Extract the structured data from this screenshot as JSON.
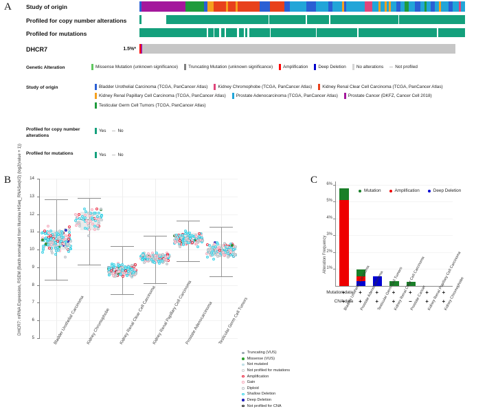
{
  "panelA": {
    "letter": "A",
    "rows": [
      {
        "label": "Study of origin",
        "type": "study"
      },
      {
        "label": "Profiled for copy number alterations",
        "type": "cna"
      },
      {
        "label": "Profiled for mutations",
        "type": "mut"
      },
      {
        "label": "DHCR7",
        "type": "gene",
        "pct": "1.5%*"
      }
    ],
    "legends": [
      {
        "label": "Genetic Alteration",
        "items": [
          {
            "text": "Missense Mutation (unknown significance)",
            "color": "#5ec75e",
            "shape": "bar"
          },
          {
            "text": "Truncating Mutation (unknown significance)",
            "color": "#808080",
            "shape": "bar"
          },
          {
            "text": "Amplification",
            "color": "#ff0000",
            "shape": "bar"
          },
          {
            "text": "Deep Deletion",
            "color": "#0000cc",
            "shape": "bar"
          },
          {
            "text": "No alterations",
            "color": "#d4d4d4",
            "shape": "bar"
          },
          {
            "text": "Not profiled",
            "color": "#bdbdbd",
            "shape": "dash"
          }
        ]
      },
      {
        "label": "Study of origin",
        "items": [
          {
            "text": "Bladder Urothelial Carcinoma (TCGA, PanCancer Atlas)",
            "color": "#2a5fd4",
            "shape": "bar"
          },
          {
            "text": "Kidney Chromophobe (TCGA, PanCancer Atlas)",
            "color": "#e0457b",
            "shape": "bar"
          },
          {
            "text": "Kidney Renal Clear Cell Carcinoma (TCGA, PanCancer Atlas)",
            "color": "#e8411c",
            "shape": "bar"
          },
          {
            "text": "Kidney Renal Papillary Cell Carcinoma (TCGA, PanCancer Atlas)",
            "color": "#f5a01e",
            "shape": "bar"
          },
          {
            "text": "Prostate Adenocarcinoma (TCGA, PanCancer Atlas)",
            "color": "#21a5d8",
            "shape": "bar"
          },
          {
            "text": "Prostate Cancer (DKFZ, Cancer Cell 2018)",
            "color": "#a4179c",
            "shape": "bar"
          },
          {
            "text": "Testicular Germ Cell Tumors (TCGA, PanCancer Atlas)",
            "color": "#1f9b3c",
            "shape": "bar"
          }
        ]
      },
      {
        "label": "Profiled for copy number alterations",
        "items": [
          {
            "text": "Yes",
            "color": "#14a07c",
            "shape": "bar"
          },
          {
            "text": "No",
            "color": "#bdbdbd",
            "shape": "dash"
          }
        ]
      },
      {
        "label": "Profiled for mutations",
        "items": [
          {
            "text": "Yes",
            "color": "#14a07c",
            "shape": "bar"
          },
          {
            "text": "No",
            "color": "#bdbdbd",
            "shape": "dash"
          }
        ]
      }
    ]
  },
  "panelB": {
    "letter": "B",
    "chart_data": {
      "type": "scatter",
      "title": "",
      "ylabel": "DHCR7: mRNA Expression, RSEM (Batch normalized from Illumina HiSeq_RNASeqV2) (log2(value + 1))",
      "xlabel": "",
      "ylim": [
        5,
        14
      ],
      "yticks": [
        5,
        6,
        7,
        8,
        9,
        10,
        11,
        12,
        13,
        14
      ],
      "categories": [
        "Bladder Urothelial Carcinoma",
        "Kidney Chromophobe",
        "Kidney Renal Clear Cell Carcinoma",
        "Kidney Renal Papillary Cell Carcinoma",
        "Prostate Adenocarcinoma",
        "Testicular Germ Cell Tumors"
      ],
      "boxes": [
        {
          "category": "Bladder Urothelial Carcinoma",
          "lower": 10.0,
          "median": 10.5,
          "upper": 11.08,
          "whisker_low": 8.28,
          "whisker_high": 12.82,
          "n": 170
        },
        {
          "category": "Kidney Chromophobe",
          "lower": 11.08,
          "median": 11.72,
          "upper": 12.12,
          "whisker_low": 9.16,
          "whisker_high": 12.9,
          "n": 62
        },
        {
          "category": "Kidney Renal Clear Cell Carcinoma",
          "lower": 8.52,
          "median": 8.82,
          "upper": 9.1,
          "whisker_low": 7.5,
          "whisker_high": 10.18,
          "n": 180
        },
        {
          "category": "Kidney Renal Papillary Cell Carcinoma",
          "lower": 9.3,
          "median": 9.52,
          "upper": 9.76,
          "whisker_low": 8.12,
          "whisker_high": 10.78,
          "n": 140
        },
        {
          "category": "Prostate Adenocarcinoma",
          "lower": 10.38,
          "median": 10.6,
          "upper": 10.92,
          "whisker_low": 9.35,
          "whisker_high": 11.62,
          "n": 175
        },
        {
          "category": "Testicular Germ Cell Tumors",
          "lower": 9.62,
          "median": 9.95,
          "upper": 10.3,
          "whisker_low": 8.5,
          "whisker_high": 11.3,
          "n": 130
        }
      ]
    },
    "legend": [
      {
        "text": "Truncating (VUS)",
        "fill": "#9aa7b0",
        "stroke": "#9aa7b0"
      },
      {
        "text": "Missense (VUS)",
        "fill": "#2ea02e",
        "stroke": "#2ea02e"
      },
      {
        "text": "Not mutated",
        "fill": "#cfe8ee",
        "stroke": "#b5d9e2"
      },
      {
        "text": "Not profiled for mutations",
        "fill": "#ffffff",
        "stroke": "#cccccc"
      },
      {
        "text": "Amplification",
        "fill": "#ffffff",
        "stroke": "#e8102a"
      },
      {
        "text": "Gain",
        "fill": "#ffffff",
        "stroke": "#f4a7b9"
      },
      {
        "text": "Diploid",
        "fill": "#ffffff",
        "stroke": "#b9c0c5"
      },
      {
        "text": "Shallow Deletion",
        "fill": "#ffffff",
        "stroke": "#2ad2e8"
      },
      {
        "text": "Deep Deletion",
        "fill": "#2a2ad6",
        "stroke": "#1414a8"
      },
      {
        "text": "Not profiled for CNA",
        "fill": "#ffffff",
        "stroke": "#111111"
      }
    ]
  },
  "panelC": {
    "letter": "C",
    "chart_data": {
      "type": "bar",
      "title": "",
      "ylabel": "Alteration Frequency",
      "xlabel": "",
      "ylim": [
        0,
        6.2
      ],
      "yticks": [
        "1%",
        "2%",
        "3%",
        "4%",
        "5%",
        "6%"
      ],
      "ytick_values": [
        1,
        2,
        3,
        4,
        5,
        6
      ],
      "stacked": true,
      "categories": [
        "Bladder Urothelial Carcinoma",
        "Prostate Adenocarcinoma",
        "Testicular Germ Cell Tumors",
        "Kidney Renal Clear Cell Carcinoma",
        "Prostate Cancer",
        "Kidney Renal Papillary Cell Carcinoma",
        "Kidney Chromophobe"
      ],
      "series": [
        {
          "name": "Deep Deletion",
          "color": "#0000d2",
          "values": [
            0.0,
            0.29,
            0.56,
            0.0,
            0.0,
            0.0,
            0.0
          ]
        },
        {
          "name": "Amplification",
          "color": "#ee0000",
          "values": [
            5.09,
            0.29,
            0.0,
            0.0,
            0.0,
            0.0,
            0.0
          ]
        },
        {
          "name": "Mutation",
          "color": "#1a7f28",
          "values": [
            0.71,
            0.42,
            0.0,
            0.28,
            0.24,
            0.0,
            0.0
          ]
        }
      ],
      "legend_position": "top-right"
    },
    "annotation_rows": [
      {
        "label": "Mutation data",
        "marks": [
          "+",
          "+",
          "+",
          "+",
          "+",
          "+",
          "+"
        ]
      },
      {
        "label": "CNA data",
        "marks": [
          "+",
          "+",
          "+",
          "+",
          "−",
          "+",
          "+"
        ]
      }
    ]
  }
}
